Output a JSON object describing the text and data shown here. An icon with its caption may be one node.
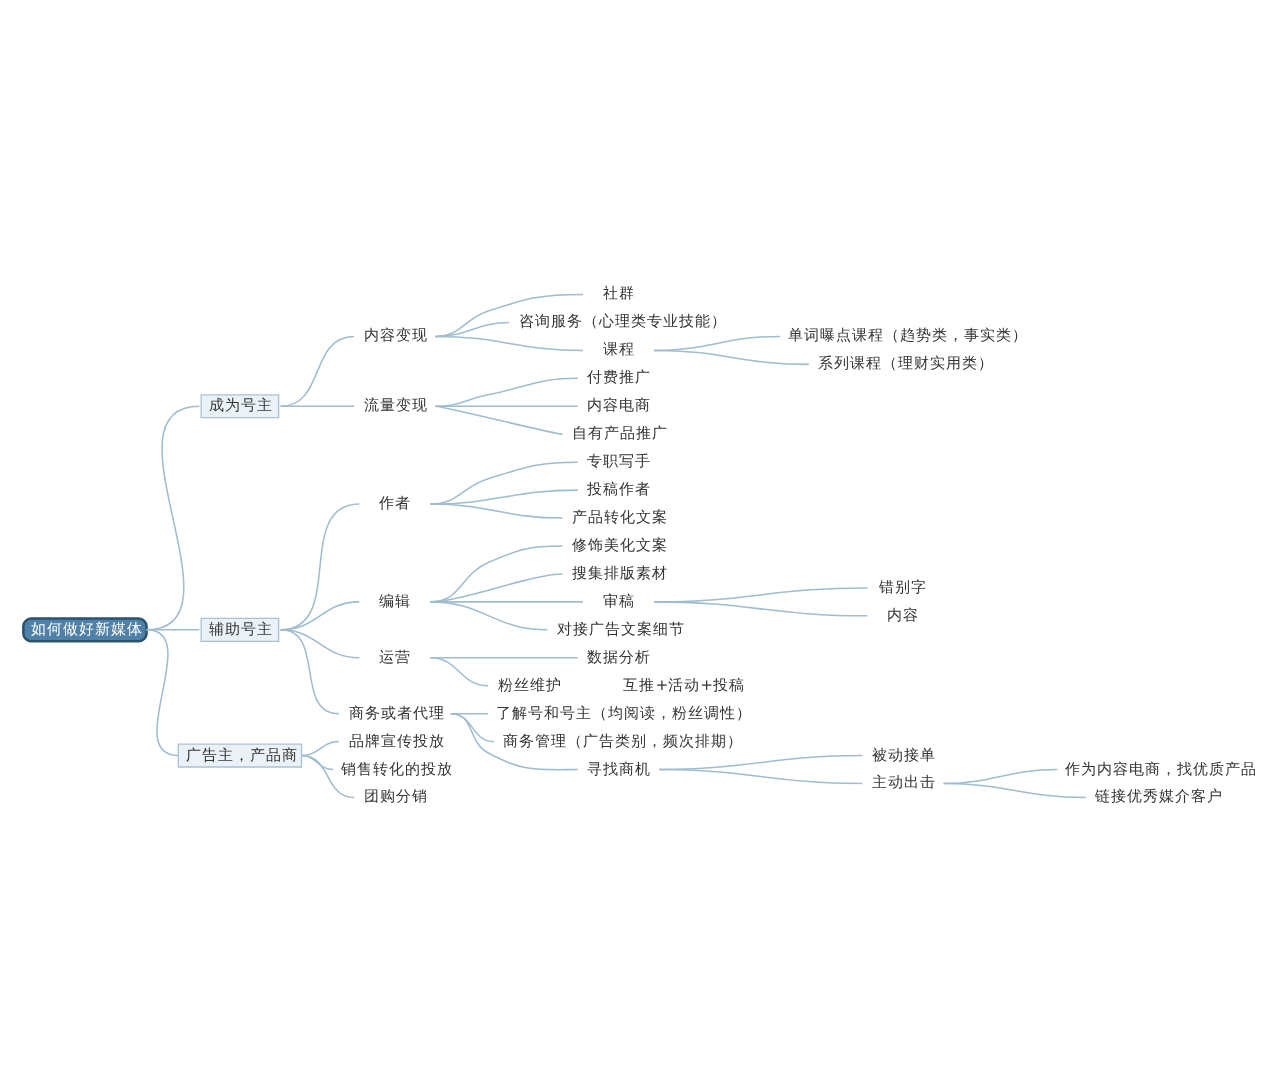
{
  "diagram": {
    "nodes": [
      {
        "text": [
          "如何做好新媒体"
        ]
      },
      {
        "text": [
          "成为号主"
        ]
      },
      {
        "text": [
          "内容变现"
        ]
      },
      {
        "text": [
          "社群"
        ]
      },
      {
        "text": [
          "咨询服务（心理类专业技能）"
        ]
      },
      {
        "text": [
          "课程"
        ]
      },
      {
        "text": [
          "单词曝点课程（趋势类，事实类）"
        ]
      },
      {
        "text": [
          "系列课程（理财实用类）"
        ]
      },
      {
        "text": [
          "流量变现"
        ]
      },
      {
        "text": [
          "付费推广"
        ]
      },
      {
        "text": [
          "内容电商"
        ]
      },
      {
        "text": [
          "自有产品推广"
        ]
      },
      {
        "text": [
          "辅助号主"
        ]
      },
      {
        "text": [
          "作者"
        ]
      },
      {
        "text": [
          "专职写手"
        ]
      },
      {
        "text": [
          "投稿作者"
        ]
      },
      {
        "text": [
          "产品转化文案"
        ]
      },
      {
        "text": [
          "编辑"
        ]
      },
      {
        "text": [
          "修饰美化文案"
        ]
      },
      {
        "text": [
          "搜集排版素材"
        ]
      },
      {
        "text": [
          "审稿"
        ]
      },
      {
        "text": [
          "错别字"
        ]
      },
      {
        "text": [
          "内容"
        ]
      },
      {
        "text": [
          "对接广告文案细节"
        ]
      },
      {
        "text": [
          "运营"
        ]
      },
      {
        "text": [
          "数据分析"
        ]
      },
      {
        "text": [
          "粉丝维护"
        ],
        "beside": [
          "互推+活动+投稿"
        ]
      },
      {
        "text": [
          "商务或者代理"
        ]
      },
      {
        "text": [
          "了解号和号主（均阅读，粉丝调性）"
        ]
      },
      {
        "text": [
          "商务管理（广告类别，频次排期）"
        ]
      },
      {
        "text": [
          "寻找商机"
        ]
      },
      {
        "text": [
          "被动接单"
        ]
      },
      {
        "text": [
          "主动出击"
        ]
      },
      {
        "text": [
          "作为内容电商，找优质产品"
        ]
      },
      {
        "text": [
          "链接优秀媒介客户"
        ]
      },
      {
        "text": [
          "广告主，产品商"
        ]
      },
      {
        "text": [
          "品牌宣传投放"
        ]
      },
      {
        "text": [
          "销售转化的投放"
        ]
      },
      {
        "text": [
          "团购分销"
        ]
      }
    ],
    "edges": [
      {
        "from": 0,
        "to": 1,
        "arrow": "none"
      },
      {
        "from": 1,
        "to": 2,
        "arrow": "none"
      },
      {
        "from": 2,
        "to": 3,
        "arrow": "none"
      },
      {
        "from": 2,
        "to": 4,
        "arrow": "none"
      },
      {
        "from": 2,
        "to": 5,
        "arrow": "none"
      },
      {
        "from": 5,
        "to": 6,
        "arrow": "none"
      },
      {
        "from": 5,
        "to": 7,
        "arrow": "none"
      },
      {
        "from": 1,
        "to": 8,
        "arrow": "none"
      },
      {
        "from": 8,
        "to": 9,
        "arrow": "none"
      },
      {
        "from": 8,
        "to": 10,
        "arrow": "none"
      },
      {
        "from": 8,
        "to": 11,
        "arrow": "none"
      },
      {
        "from": 0,
        "to": 12,
        "arrow": "none"
      },
      {
        "from": 12,
        "to": 13,
        "arrow": "none"
      },
      {
        "from": 13,
        "to": 14,
        "arrow": "none"
      },
      {
        "from": 13,
        "to": 15,
        "arrow": "none"
      },
      {
        "from": 13,
        "to": 16,
        "arrow": "none"
      },
      {
        "from": 12,
        "to": 17,
        "arrow": "none"
      },
      {
        "from": 17,
        "to": 18,
        "arrow": "none"
      },
      {
        "from": 17,
        "to": 19,
        "arrow": "none"
      },
      {
        "from": 17,
        "to": 20,
        "arrow": "none"
      },
      {
        "from": 20,
        "to": 21,
        "arrow": "none"
      },
      {
        "from": 20,
        "to": 22,
        "arrow": "none"
      },
      {
        "from": 17,
        "to": 23,
        "arrow": "none"
      },
      {
        "from": 12,
        "to": 24,
        "arrow": "none"
      },
      {
        "from": 24,
        "to": 25,
        "arrow": "none"
      },
      {
        "from": 24,
        "to": 26,
        "arrow": "none"
      },
      {
        "from": 12,
        "to": 27,
        "arrow": "none"
      },
      {
        "from": 27,
        "to": 28,
        "arrow": "none"
      },
      {
        "from": 27,
        "to": 29,
        "arrow": "none"
      },
      {
        "from": 27,
        "to": 30,
        "arrow": "none"
      },
      {
        "from": 30,
        "to": 31,
        "arrow": "none"
      },
      {
        "from": 30,
        "to": 32,
        "arrow": "none"
      },
      {
        "from": 32,
        "to": 33,
        "arrow": "none"
      },
      {
        "from": 32,
        "to": 34,
        "arrow": "none"
      },
      {
        "from": 0,
        "to": 35,
        "arrow": "none"
      },
      {
        "from": 35,
        "to": 36,
        "arrow": "none"
      },
      {
        "from": 35,
        "to": 37,
        "arrow": "none"
      },
      {
        "from": 35,
        "to": 38,
        "arrow": "none"
      }
    ]
  }
}
